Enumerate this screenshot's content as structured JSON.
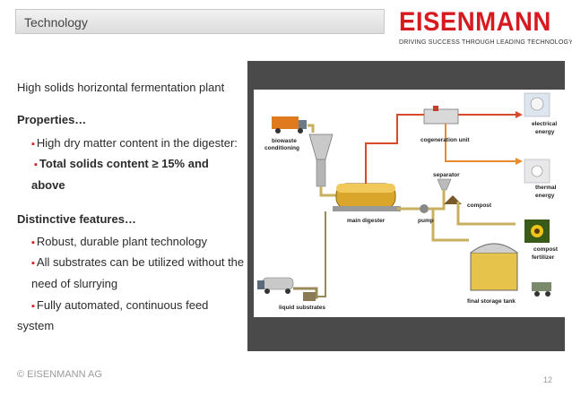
{
  "header": {
    "section_title": "Technology"
  },
  "logo": {
    "brand": "EISENMANN",
    "tagline": "DRIVING SUCCESS THROUGH LEADING TECHNOLOGY"
  },
  "content": {
    "subtitle": "High solids horizontal fermentation plant",
    "properties_heading": "Properties…",
    "properties": [
      "High dry matter content in the digester:",
      "Total solids content ≥ 15% and",
      "above"
    ],
    "features_heading": "Distinctive features…",
    "features": [
      "Robust, durable plant technology",
      "All substrates can be utilized without the",
      "need of slurrying",
      "Fully automated, continuous feed",
      "system"
    ]
  },
  "diagram": {
    "labels": {
      "biowaste": "biowaste",
      "conditioning": "conditioning",
      "cogeneration": "cogeneration unit",
      "separator": "separator",
      "compost": "compost",
      "main_digester": "main digester",
      "pump": "pump",
      "liquid_substrates": "liquid substrates",
      "final_storage": "final storage tank",
      "electrical": "electrical",
      "electrical2": "energy",
      "thermal": "thermal",
      "thermal2": "energy",
      "compost_fert": "compost",
      "compost_fert2": "fertilizer"
    },
    "colors": {
      "biogas": "#d94a2b",
      "heat": "#e88a2e",
      "substrate": "#c8b060",
      "liquid": "#9a8a5a"
    }
  },
  "footer": {
    "copyright": "© EISENMANN AG",
    "page": "12"
  }
}
